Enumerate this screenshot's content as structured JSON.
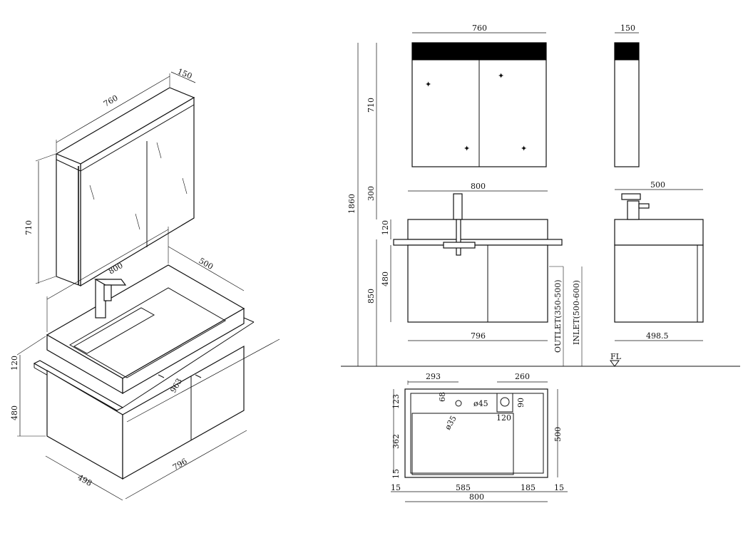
{
  "iso_view": {
    "cabinet_width": "760",
    "cabinet_depth": "150",
    "cabinet_height": "710",
    "basin_width": "800",
    "basin_depth": "500",
    "diagonal": "963",
    "top_height": "120",
    "body_height": "480",
    "bottom_width": "796",
    "bottom_depth": "498"
  },
  "front_view": {
    "cabinet_width": "760",
    "cabinet_height": "710",
    "gap": "300",
    "total_height": "1860",
    "basin_width": "800",
    "top_height": "120",
    "body_height": "480",
    "counter_height": "850",
    "bottom_width": "796",
    "outlet": "OUTLET(350-500)",
    "inlet": "INLET(500-600)"
  },
  "side_view": {
    "cabinet_depth": "150",
    "basin_depth": "500",
    "bottom_depth": "498.5",
    "floor_label": "FL"
  },
  "plan_view": {
    "drain_offset": "293",
    "tap_offset": "260",
    "drain_y": "68",
    "tap_dia": "ø45",
    "tap_box": "90",
    "drain_dia": "ø35",
    "tap_box_w": "120",
    "top_strip": "123",
    "bowl_depth": "362",
    "bottom_margin": "15",
    "depth": "500",
    "left_margin": "15",
    "bowl_width": "585",
    "ledge_width": "185",
    "right_margin": "15",
    "total_width": "800"
  }
}
